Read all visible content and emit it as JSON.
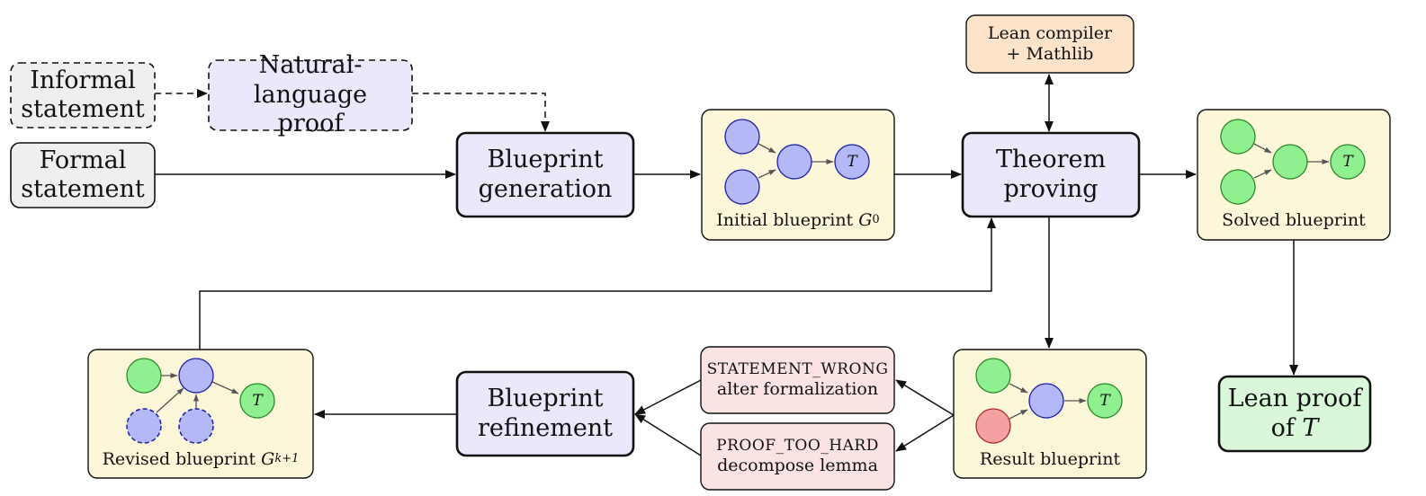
{
  "nodes": {
    "informal_statement": {
      "line1": "Informal",
      "line2": "statement"
    },
    "nl_proof": {
      "line1": "Natural-language",
      "line2": "proof"
    },
    "formal_statement": {
      "line1": "Formal",
      "line2": "statement"
    },
    "blueprint_generation": {
      "line1": "Blueprint",
      "line2": "generation"
    },
    "initial_blueprint": {
      "label": "Initial blueprint",
      "math": "G",
      "sub": "0"
    },
    "theorem_proving": {
      "line1": "Theorem",
      "line2": "proving"
    },
    "lean_compiler": {
      "line1": "Lean compiler",
      "line2": "+ Mathlib"
    },
    "solved_blueprint": {
      "label": "Solved blueprint"
    },
    "lean_proof": {
      "line1": "Lean proof",
      "line2_prefix": "of ",
      "line2_math": "T"
    },
    "result_blueprint": {
      "label": "Result blueprint"
    },
    "statement_wrong": {
      "tag": "STATEMENT_WRONG",
      "desc": "alter formalization"
    },
    "proof_too_hard": {
      "tag": "PROOF_TOO_HARD",
      "desc": "decompose lemma"
    },
    "blueprint_refinement": {
      "line1": "Blueprint",
      "line2": "refinement"
    },
    "revised_blueprint": {
      "label": "Revised blueprint",
      "math": "G",
      "sub": "k+1"
    }
  },
  "theorem_symbol": "T",
  "colors": {
    "process_fill": "#e9e9fb",
    "graph_box_fill": "#fcf7d9",
    "lean_fill": "#fce3c9",
    "result_fill": "#d9f7d9",
    "failure_fill": "#fbe3e3",
    "input_fill": "#efefef",
    "node_blue": "#b4b8f6",
    "node_green": "#8ef08e",
    "node_red": "#f4a1a1"
  }
}
